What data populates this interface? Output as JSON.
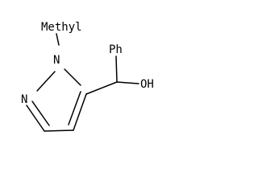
{
  "diagram": {
    "atom_labels": {
      "methyl": "Methyl",
      "n1": "N",
      "n2": "N",
      "phenyl": "Ph",
      "hydroxyl": "OH"
    }
  }
}
